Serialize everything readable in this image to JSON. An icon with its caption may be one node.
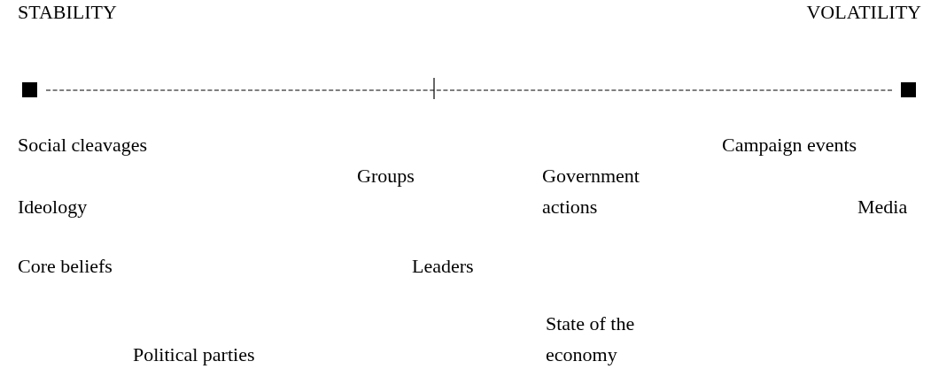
{
  "diagram": {
    "labels": [
      "STABILITY",
      "VOLATILITY",
      "Social cleavages",
      "Campaign events",
      "Groups",
      "Government actions",
      "Ideology",
      "Media",
      "Core beliefs",
      "Leaders",
      "State of the economy",
      "Political parties"
    ]
  }
}
